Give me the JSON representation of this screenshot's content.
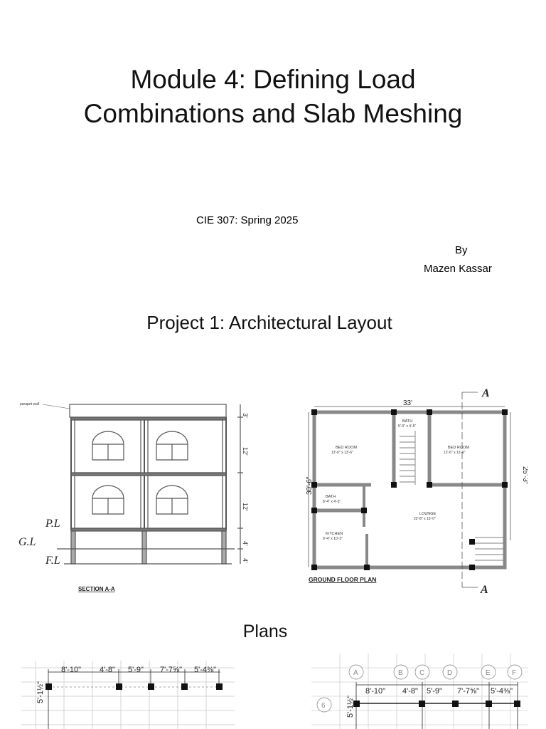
{
  "title_line1": "Module 4: Defining Load",
  "title_line2": "Combinations and Slab Meshing",
  "course": "CIE 307: Spring 2025",
  "by": "By",
  "author": "Mazen Kassar",
  "project_title": "Project 1: Architectural Layout",
  "plans_title": "Plans",
  "section": {
    "parapet_label": "parapet wall",
    "dims": [
      "3'",
      "12'",
      "12'",
      "4'",
      "4'"
    ],
    "levels": [
      "P.L",
      "G.L",
      "F.L"
    ],
    "caption": "SECTION A-A"
  },
  "floor_plan": {
    "width_dim": "33'",
    "depth_dim": "30'-6\"",
    "right_dim": "25'-3\"",
    "section_marker": "A",
    "caption": "GROUND FLOOR PLAN",
    "rooms": [
      {
        "name": "BED ROOM",
        "size": "13'-0\" x 13'-6\""
      },
      {
        "name": "BATH",
        "size": "5'-0\" x 4'-6\""
      },
      {
        "name": "BED ROOM",
        "size": "12'-6\" x 13'-6\""
      },
      {
        "name": "BATH",
        "size": "8'-4\" x 4'-3\""
      },
      {
        "name": "LOUNGE",
        "size": "22'-8\" x 15'-0\""
      },
      {
        "name": "KITCHEN",
        "size": "9'-4\" x 10'-3\""
      }
    ]
  },
  "plan_left": {
    "dims": [
      "8'-10\"",
      "4'-8\"",
      "5'-9\"",
      "7'-7⅝\"",
      "5'-4⅜\""
    ],
    "side_dim": "5'-1½\""
  },
  "plan_right": {
    "grid_labels": [
      "A",
      "B",
      "C",
      "D",
      "E",
      "F"
    ],
    "row_label": "6",
    "dims": [
      "8'-10\"",
      "4'-8\"",
      "5'-9\"",
      "7'-7⅝\"",
      "5'-4⅜\""
    ],
    "side_dim": "5'-1½\""
  }
}
